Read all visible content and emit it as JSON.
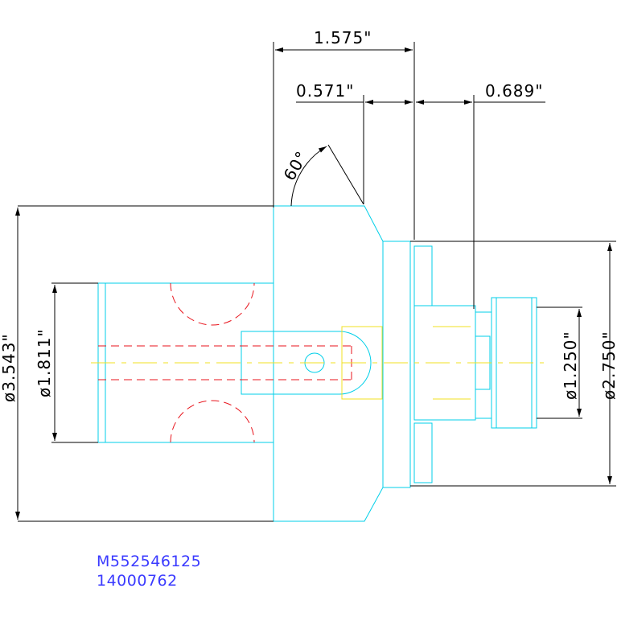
{
  "drawing": {
    "dimensions": {
      "overall_length": "1.575\"",
      "shank_length": "0.571\"",
      "pilot_length": "0.689\"",
      "angle": "60°",
      "body_diameter": "ø3.543\"",
      "bore_diameter": "ø1.811\"",
      "pilot_diameter": "ø1.250\"",
      "flange_diameter": "ø2.750\""
    },
    "part_number": "M552546125",
    "code": "14000762",
    "colors": {
      "outline": "#00cfe8",
      "dimension": "#000000",
      "hidden": "#e8131b",
      "centerline": "#f0e020",
      "text": "#3a3aff"
    }
  }
}
